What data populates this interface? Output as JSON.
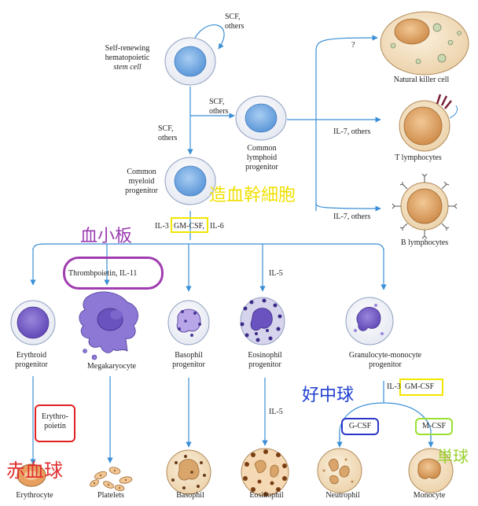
{
  "colors": {
    "line": "#3a8fd6",
    "cell_blue": "#6fa8e0",
    "cell_purple": "#7a62c4",
    "cell_tan": "#d9a56b",
    "box_yellow": "#f2e600",
    "box_purple": "#a03cb0",
    "box_red": "#e02020",
    "box_blue": "#2a36c8",
    "box_green": "#9ae030",
    "jp_yellow": "#f0e000",
    "jp_purple": "#9a3cb0",
    "jp_blue": "#2040d0",
    "jp_red": "#e03030",
    "jp_green": "#9ad030"
  },
  "labels": {
    "scf_top": "SCF,\nothers",
    "stem_cell": "Self-renewing\nhematopoietic",
    "stem_cell_italic": "stem cell",
    "scf_mid": "SCF,\nothers",
    "scf_left": "SCF,\nothers",
    "common_lymphoid": "Common\nlymphoid\nprogenitor",
    "common_myeloid": "Common\nmyeloid\nprogenitor",
    "question": "?",
    "natural_killer": "Natural killer cell",
    "il7_t": "IL-7, others",
    "t_lymphocytes": "T lymphocytes",
    "il7_b": "IL-7, others",
    "b_lymphocytes": "B lymphocytes",
    "il3": "IL-3",
    "gm_csf_top": "GM-CSF,",
    "il6": "IL-6",
    "thrombopoietin": "Thrombpoietin, IL-11",
    "il5_top": "IL-5",
    "erythroid_progenitor": "Erythroid\nprogenitor",
    "megakaryocyte": "Megakaryocyte",
    "basophil_progenitor": "Basophil\nprogenitor",
    "eosinophil_progenitor": "Eosinophil\nprogenitor",
    "granulocyte_monocyte": "Granulocyte-monocyte\nprogenitor",
    "il3_bottom": "IL-3",
    "gm_csf_bottom": "GM-CSF",
    "il5_bottom": "IL-5",
    "erythropoietin": "Erythro-\npoietin",
    "g_csf": "G-CSF",
    "m_csf": "M-CSF",
    "erythrocyte": "Erythrocyte",
    "platelets": "Platelets",
    "basophil": "Basophil",
    "eosinophil": "Eosinophil",
    "neutrophil": "Neutrophil",
    "monocyte": "Monocyte"
  },
  "annotations": {
    "hematopoiesis": "造血幹細胞",
    "platelet_jp": "血小板",
    "neutrophil_jp": "好中球",
    "erythrocyte_jp": "赤血球",
    "monocyte_jp": "単球"
  }
}
